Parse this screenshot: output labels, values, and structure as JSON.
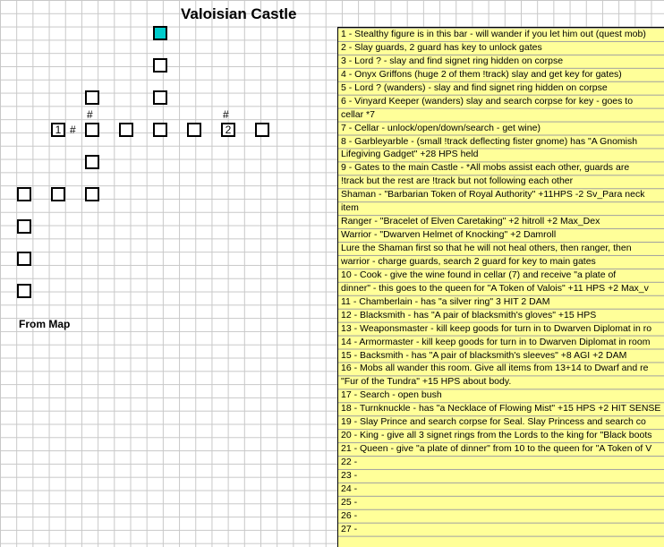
{
  "title": "Valoisian Castle",
  "map": {
    "from_label": "From Map",
    "room1_label": "1",
    "room2_label": "2",
    "hash": "#"
  },
  "notes": [
    "1 - Stealthy figure is in this bar - will wander if you let him out (quest mob)",
    "2 - Slay guards, 2 guard has key to unlock gates",
    "3 - Lord ? - slay and find signet ring hidden on corpse",
    "4 - Onyx Griffons (huge 2 of them !track) slay and get key for gates)",
    "5 - Lord ? (wanders) - slay and find signet ring hidden on corpse",
    "6 - Vinyard Keeper (wanders) slay and search corpse for key - goes to",
    "cellar *7",
    "7 - Cellar - unlock/open/down/search - get wine)",
    "8 - Garbleyarble - (small !track deflecting fister gnome) has \"A Gnomish",
    "Lifegiving Gadget\" +28 HPS held",
    "9 - Gates to the main Castle - *All mobs assist each other, guards are",
    "!track but the rest are !track but not following each other",
    " Shaman - \"Barbarian Token of Royal Authority\" +11HPS -2 Sv_Para neck",
    "item",
    " Ranger - \"Bracelet of Elven Caretaking\" +2 hitroll +2 Max_Dex",
    " Warrior - \"Dwarven Helmet of Knocking\" +2 Damroll",
    "Lure the Shaman first so that he will not heal others, then ranger, then",
    "warrior - charge guards, search 2 guard for key to main gates",
    "10 - Cook - give the wine found in cellar (7) and receive \"a plate of",
    "dinner\" - this goes to the queen for \"A Token of Valois\" +11 HPS +2 Max_v",
    "11 - Chamberlain - has \"a silver ring\" 3 HIT 2 DAM",
    "12 - Blacksmith - has \"A pair of blacksmith's gloves\" +15 HPS",
    "13 - Weaponsmaster - kill keep goods for turn in to Dwarven Diplomat in ro",
    "14 - Armormaster - kill keep goods for turn in to Dwarven Diplomat in room",
    "15 - Backsmith - has \"A pair of blacksmith's sleeves\" +8 AGI +2 DAM",
    "16 - Mobs all wander this room.  Give all items from 13+14 to Dwarf and re",
    "\"Fur of the Tundra\" +15 HPS about body.",
    "17 - Search - open bush",
    "18 - Turnknuckle - has \"a Necklace of Flowing Mist\" +15 HPS +2 HIT SENSE",
    "19 - Slay Prince and search corpse for Seal.  Slay Princess and search co",
    "20 - King - give all 3 signet rings from the Lords to the king for \"Black boots",
    "21 - Queen - give \"a plate of dinner\" from 10 to the queen for \"A Token of V",
    "22 -",
    "23 -",
    "24 -",
    "25 -",
    "26 -",
    "27 -"
  ]
}
